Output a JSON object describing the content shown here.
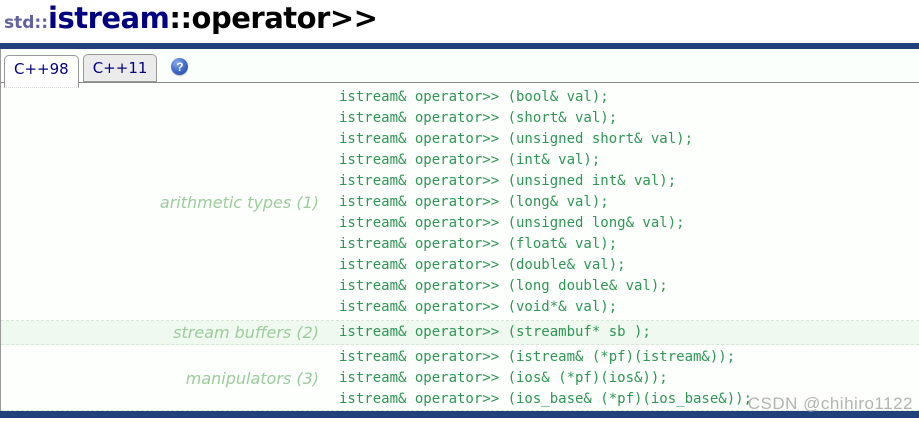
{
  "title": {
    "namespace": "std::",
    "class_name": "istream",
    "member": "::operator>>"
  },
  "tabs": [
    {
      "label": "C++98",
      "active": true
    },
    {
      "label": "C++11",
      "active": false
    }
  ],
  "help_icon_glyph": "?",
  "declarations": [
    {
      "group_label": "arithmetic types (1)",
      "lines": [
        "istream& operator>> (bool& val);",
        "istream& operator>> (short& val);",
        "istream& operator>> (unsigned short& val);",
        "istream& operator>> (int& val);",
        "istream& operator>> (unsigned int& val);",
        "istream& operator>> (long& val);",
        "istream& operator>> (unsigned long& val);",
        "istream& operator>> (float& val);",
        "istream& operator>> (double& val);",
        "istream& operator>> (long double& val);",
        "istream& operator>> (void*& val);"
      ]
    },
    {
      "group_label": "stream buffers (2)",
      "lines": [
        "istream& operator>> (streambuf* sb );"
      ]
    },
    {
      "group_label": "manipulators (3)",
      "lines": [
        "istream& operator>> (istream& (*pf)(istream&));",
        "istream& operator>> (ios& (*pf)(ios&));",
        "istream& operator>> (ios_base& (*pf)(ios_base&));"
      ]
    }
  ],
  "watermark": "CSDN @chihiro1122",
  "colors": {
    "accent_navy": "#20417c",
    "code_green": "#2f9655",
    "label_green": "#9ccc9c",
    "tab_text_navy": "#000080",
    "row_bg": "#fcfffc",
    "row_alt_bg": "#eff9ef"
  }
}
